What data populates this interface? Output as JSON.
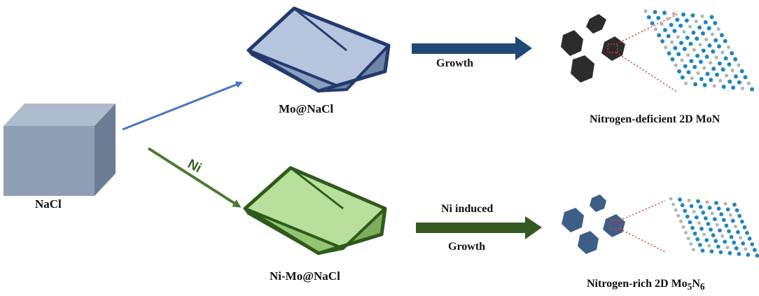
{
  "labels": {
    "nacl": "NaCl",
    "mo_nacl": "Mo@NaCl",
    "ni_mo_nacl": "Ni-Mo@NaCl",
    "ni": "Ni",
    "growth_top": "Growth",
    "ni_induced": "Ni induced",
    "growth_bottom": "Growth",
    "product_top": "Nitrogen-deficient 2D MoN",
    "product_bottom_prefix": "Nitrogen-rich 2D Mo",
    "product_bottom_sub1": "5",
    "product_bottom_mid": "N",
    "product_bottom_sub2": "6"
  },
  "colors": {
    "nacl_cube": "#8e9fb6",
    "mo_cube": "#a9b9d3",
    "mo_edge": "#223a6e",
    "ni_cube": "#a7d38a",
    "ni_edge": "#2e5a1a",
    "blue_arrow": "#4a76c2",
    "green_arrow": "#4e7a30",
    "navy_arrow": "#1f4a78",
    "dark_green_arrow": "#345a22",
    "flake_dark": "#2c2c2c",
    "flake_blue": "#3d5f86",
    "atom_blue": "#1f86c0",
    "atom_gray": "#b5b5b5",
    "dotted_red": "#e03030"
  }
}
